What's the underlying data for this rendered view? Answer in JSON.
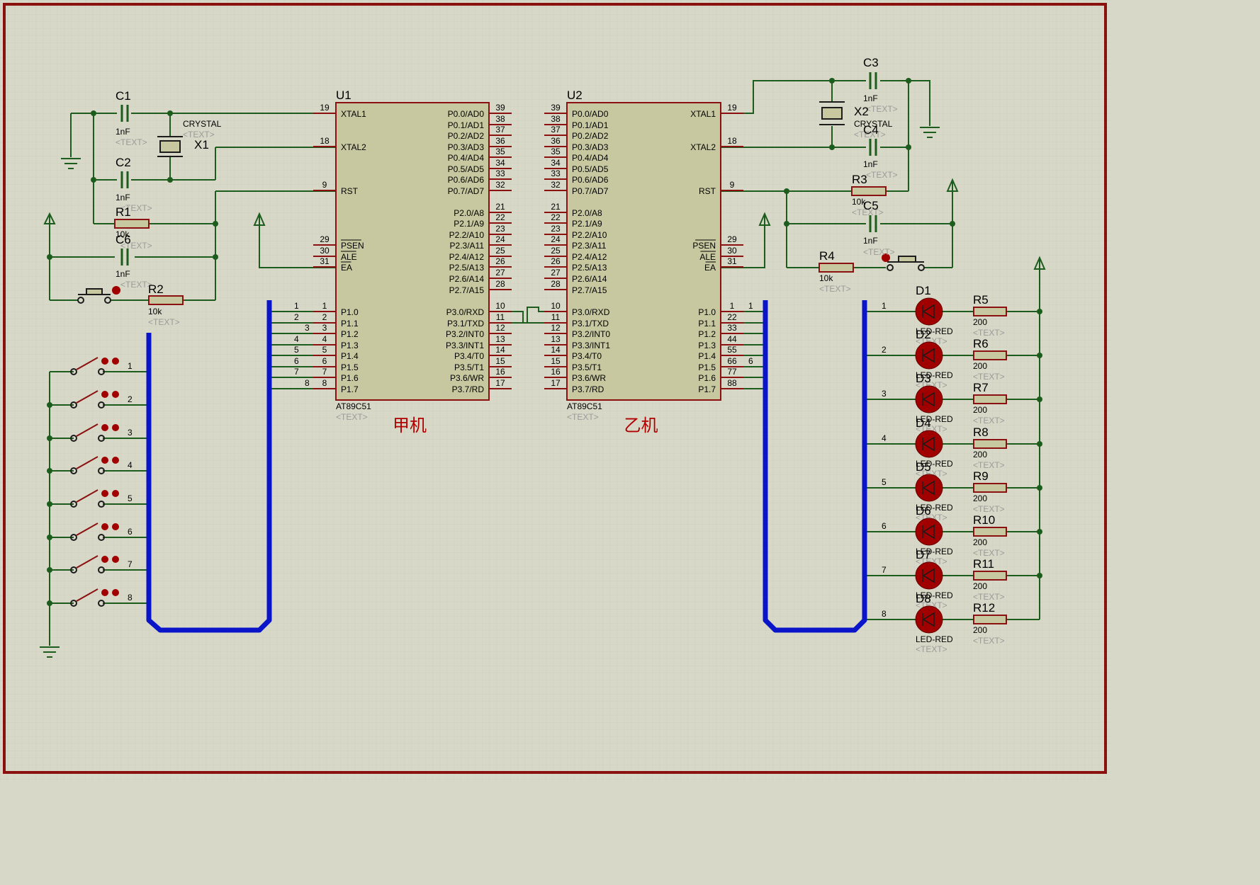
{
  "colors": {
    "background": "#d8d8c8",
    "grid": "#c4c4b4",
    "border": "#8b1010",
    "wire": "#1c5c1c",
    "bus": "#0a14c8",
    "body": "#c8c8a0",
    "outline": "#8b1010",
    "led": "#a00000"
  },
  "u1": {
    "ref": "U1",
    "part": "AT89C51",
    "text": "<TEXT>",
    "label": "甲机",
    "left_pins": [
      {
        "num": "19",
        "name": "XTAL1",
        "ov": false
      },
      {
        "num": "18",
        "name": "XTAL2",
        "ov": false
      },
      {
        "num": "9",
        "name": "RST",
        "ov": false
      },
      {
        "num": "29",
        "name": "PSEN",
        "ov": true
      },
      {
        "num": "30",
        "name": "ALE",
        "ov": true
      },
      {
        "num": "31",
        "name": "EA",
        "ov": true
      },
      {
        "num": "1",
        "name": "P1.0"
      },
      {
        "num": "2",
        "name": "P1.1"
      },
      {
        "num": "3",
        "name": "P1.2"
      },
      {
        "num": "4",
        "name": "P1.3"
      },
      {
        "num": "5",
        "name": "P1.4"
      },
      {
        "num": "6",
        "name": "P1.5"
      },
      {
        "num": "7",
        "name": "P1.6"
      },
      {
        "num": "8",
        "name": "P1.7"
      }
    ],
    "right_pins": [
      {
        "num": "39",
        "name": "P0.0/AD0"
      },
      {
        "num": "38",
        "name": "P0.1/AD1"
      },
      {
        "num": "37",
        "name": "P0.2/AD2"
      },
      {
        "num": "36",
        "name": "P0.3/AD3"
      },
      {
        "num": "35",
        "name": "P0.4/AD4"
      },
      {
        "num": "34",
        "name": "P0.5/AD5"
      },
      {
        "num": "33",
        "name": "P0.6/AD6"
      },
      {
        "num": "32",
        "name": "P0.7/AD7"
      },
      {
        "num": "21",
        "name": "P2.0/A8"
      },
      {
        "num": "22",
        "name": "P2.1/A9"
      },
      {
        "num": "23",
        "name": "P2.2/A10"
      },
      {
        "num": "24",
        "name": "P2.3/A11"
      },
      {
        "num": "25",
        "name": "P2.4/A12"
      },
      {
        "num": "26",
        "name": "P2.5/A13"
      },
      {
        "num": "27",
        "name": "P2.6/A14"
      },
      {
        "num": "28",
        "name": "P2.7/A15"
      },
      {
        "num": "10",
        "name": "P3.0/RXD"
      },
      {
        "num": "11",
        "name": "P3.1/TXD"
      },
      {
        "num": "12",
        "name": "P3.2/INT0"
      },
      {
        "num": "13",
        "name": "P3.3/INT1"
      },
      {
        "num": "14",
        "name": "P3.4/T0"
      },
      {
        "num": "15",
        "name": "P3.5/T1"
      },
      {
        "num": "16",
        "name": "P3.6/WR"
      },
      {
        "num": "17",
        "name": "P3.7/RD"
      }
    ]
  },
  "u2": {
    "ref": "U2",
    "part": "AT89C51",
    "text": "<TEXT>",
    "label": "乙机",
    "left_pins": [
      {
        "num": "39",
        "name": "P0.0/AD0"
      },
      {
        "num": "38",
        "name": "P0.1/AD1"
      },
      {
        "num": "37",
        "name": "P0.2/AD2"
      },
      {
        "num": "36",
        "name": "P0.3/AD3"
      },
      {
        "num": "35",
        "name": "P0.4/AD4"
      },
      {
        "num": "34",
        "name": "P0.5/AD5"
      },
      {
        "num": "33",
        "name": "P0.6/AD6"
      },
      {
        "num": "32",
        "name": "P0.7/AD7"
      },
      {
        "num": "21",
        "name": "P2.0/A8"
      },
      {
        "num": "22",
        "name": "P2.1/A9"
      },
      {
        "num": "23",
        "name": "P2.2/A10"
      },
      {
        "num": "24",
        "name": "P2.3/A11"
      },
      {
        "num": "25",
        "name": "P2.4/A12"
      },
      {
        "num": "26",
        "name": "P2.5/A13"
      },
      {
        "num": "27",
        "name": "P2.6/A14"
      },
      {
        "num": "28",
        "name": "P2.7/A15"
      },
      {
        "num": "10",
        "name": "P3.0/RXD"
      },
      {
        "num": "11",
        "name": "P3.1/TXD"
      },
      {
        "num": "12",
        "name": "P3.2/INT0"
      },
      {
        "num": "13",
        "name": "P3.3/INT1"
      },
      {
        "num": "14",
        "name": "P3.4/T0"
      },
      {
        "num": "15",
        "name": "P3.5/T1"
      },
      {
        "num": "16",
        "name": "P3.6/WR"
      },
      {
        "num": "17",
        "name": "P3.7/RD"
      }
    ],
    "right_pins": [
      {
        "num": "19",
        "name": "XTAL1"
      },
      {
        "num": "18",
        "name": "XTAL2"
      },
      {
        "num": "9",
        "name": "RST"
      },
      {
        "num": "29",
        "name": "PSEN",
        "ov": true
      },
      {
        "num": "30",
        "name": "ALE",
        "ov": true
      },
      {
        "num": "31",
        "name": "EA",
        "ov": true
      },
      {
        "num": "1",
        "name": "P1.0"
      },
      {
        "num": "22",
        "name": "P1.1"
      },
      {
        "num": "33",
        "name": "P1.2"
      },
      {
        "num": "44",
        "name": "P1.3"
      },
      {
        "num": "55",
        "name": "P1.4"
      },
      {
        "num": "66",
        "name": "P1.5"
      },
      {
        "num": "77",
        "name": "P1.6"
      },
      {
        "num": "88",
        "name": "P1.7"
      }
    ]
  },
  "components": {
    "c1": {
      "ref": "C1",
      "value": "1nF",
      "text": "<TEXT>"
    },
    "c2": {
      "ref": "C2",
      "value": "1nF",
      "text": "<TEXT>"
    },
    "c6": {
      "ref": "C6",
      "value": "1nF",
      "text": "<TEXT>"
    },
    "x1": {
      "ref": "X1",
      "value": "CRYSTAL",
      "text": "<TEXT>"
    },
    "r1": {
      "ref": "R1",
      "value": "10k",
      "text": "<TEXT>"
    },
    "r2": {
      "ref": "R2",
      "value": "10k",
      "text": "<TEXT>"
    },
    "c3": {
      "ref": "C3",
      "value": "1nF",
      "text": "<TEXT>"
    },
    "c4": {
      "ref": "C4",
      "value": "1nF",
      "text": "<TEXT>"
    },
    "c5": {
      "ref": "C5",
      "value": "1nF",
      "text": "<TEXT>"
    },
    "x2": {
      "ref": "X2",
      "value": "CRYSTAL",
      "text": "<TEXT>"
    },
    "r3": {
      "ref": "R3",
      "value": "10k",
      "text": "<TEXT>"
    },
    "r4": {
      "ref": "R4",
      "value": "10k",
      "text": "<TEXT>"
    }
  },
  "switch_bus_labels": [
    "1",
    "2",
    "3",
    "4",
    "5",
    "6",
    "7",
    "8"
  ],
  "u1_bus_labels": [
    "1",
    "2",
    "3",
    "4",
    "5",
    "6",
    "7",
    "8"
  ],
  "u2_bus_labels": [
    "1",
    "",
    "",
    "",
    "",
    "6",
    "",
    ""
  ],
  "led_rows": [
    {
      "d": "D1",
      "dval": "LED-RED",
      "r": "R5",
      "rval": "200",
      "n": "1",
      "text": "<TEXT>"
    },
    {
      "d": "D2",
      "dval": "LED-RED",
      "r": "R6",
      "rval": "200",
      "n": "2",
      "text": "<TEXT>"
    },
    {
      "d": "D3",
      "dval": "LED-RED",
      "r": "R7",
      "rval": "200",
      "n": "3",
      "text": "<TEXT>"
    },
    {
      "d": "D4",
      "dval": "LED-RED",
      "r": "R8",
      "rval": "200",
      "n": "4",
      "text": "<TEXT>"
    },
    {
      "d": "D5",
      "dval": "LED-RED",
      "r": "R9",
      "rval": "200",
      "n": "5",
      "text": "<TEXT>"
    },
    {
      "d": "D6",
      "dval": "LED-RED",
      "r": "R10",
      "rval": "200",
      "n": "6",
      "text": "<TEXT>"
    },
    {
      "d": "D7",
      "dval": "LED-RED",
      "r": "R11",
      "rval": "200",
      "n": "7",
      "text": "<TEXT>"
    },
    {
      "d": "D8",
      "dval": "LED-RED",
      "r": "R12",
      "rval": "200",
      "n": "8",
      "text": "<TEXT>"
    }
  ]
}
